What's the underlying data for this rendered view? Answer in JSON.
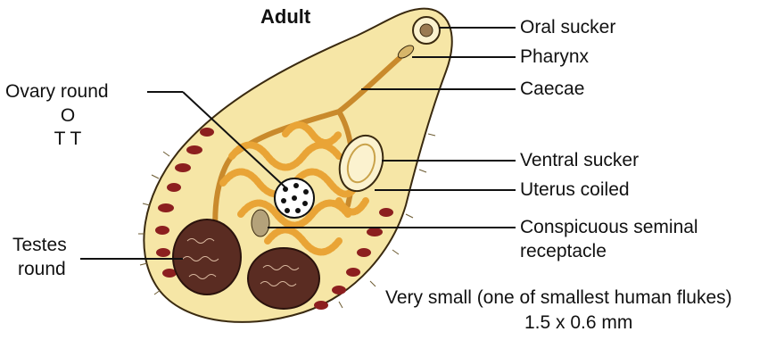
{
  "title": "Adult",
  "labels": {
    "oral_sucker": "Oral sucker",
    "pharynx": "Pharynx",
    "caecae": "Caecae",
    "ventral_sucker": "Ventral sucker",
    "uterus": "Uterus coiled",
    "seminal_line1": "Conspicuous seminal",
    "seminal_line2": "receptacle",
    "ovary_line1": "Ovary round",
    "ovary_line2": "O",
    "ovary_line3": "T T",
    "testes_line1": "Testes",
    "testes_line2": "round"
  },
  "caption": {
    "line1": "Very small (one of smallest human flukes)",
    "line2": "1.5 x 0.6 mm"
  },
  "colors": {
    "body_fill": "#f6e6a6",
    "body_outline": "#3a2a10",
    "uterus": "#e9a436",
    "testes": "#5a2c22",
    "vitellaria": "#8c1f1f"
  }
}
